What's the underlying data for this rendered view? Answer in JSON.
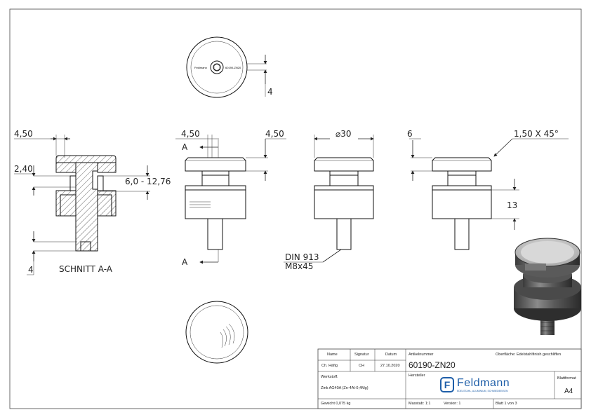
{
  "views": {
    "section_label": "SCHNITT A-A",
    "section_marker": "A",
    "top_view_text_left": "Feldmann",
    "top_view_text_right": "60190-ZN20"
  },
  "dimensions": {
    "section_top_offset": "4,50",
    "section_flange": "2,40",
    "glass_range": "6,0 - 12,76",
    "section_bottom": "4",
    "top_view_dim": "4",
    "front_left_offset": "4,50",
    "front_right_offset": "4,50",
    "diameter": "⌀30",
    "side_flange": "6",
    "chamfer": "1,50 X 45°",
    "side_height": "13",
    "screw_spec_1": "DIN 913",
    "screw_spec_2": "M8x45"
  },
  "title_block": {
    "h_name": "Name",
    "h_signatur": "Signatur",
    "h_datum": "Datum",
    "name": "Ch. Häfig",
    "signatur": "CH",
    "datum": "27.10.2020",
    "artikel_label": "Artikelnummer",
    "artikel": "60190-ZN20",
    "oberflaeche": "Oberfläche: Edelstahlfinish geschliffen",
    "werkstoff_label": "Werkstoff:",
    "werkstoff": "Zink AG40A (Zn-4Al-0,4Mg)",
    "hersteller_label": "Hersteller",
    "logo_text": "Feldmann",
    "logo_sub": "EDELSTAHL, ALUMINIUM, SCHMIEDEEISEN",
    "blattformat_label": "Blattformat",
    "blattformat": "A4",
    "gewicht": "Gewicht 0,075 kg",
    "massstab": "Masstab: 1:1",
    "version": "Version: 1",
    "blatt": "Blatt 1 von 3"
  }
}
